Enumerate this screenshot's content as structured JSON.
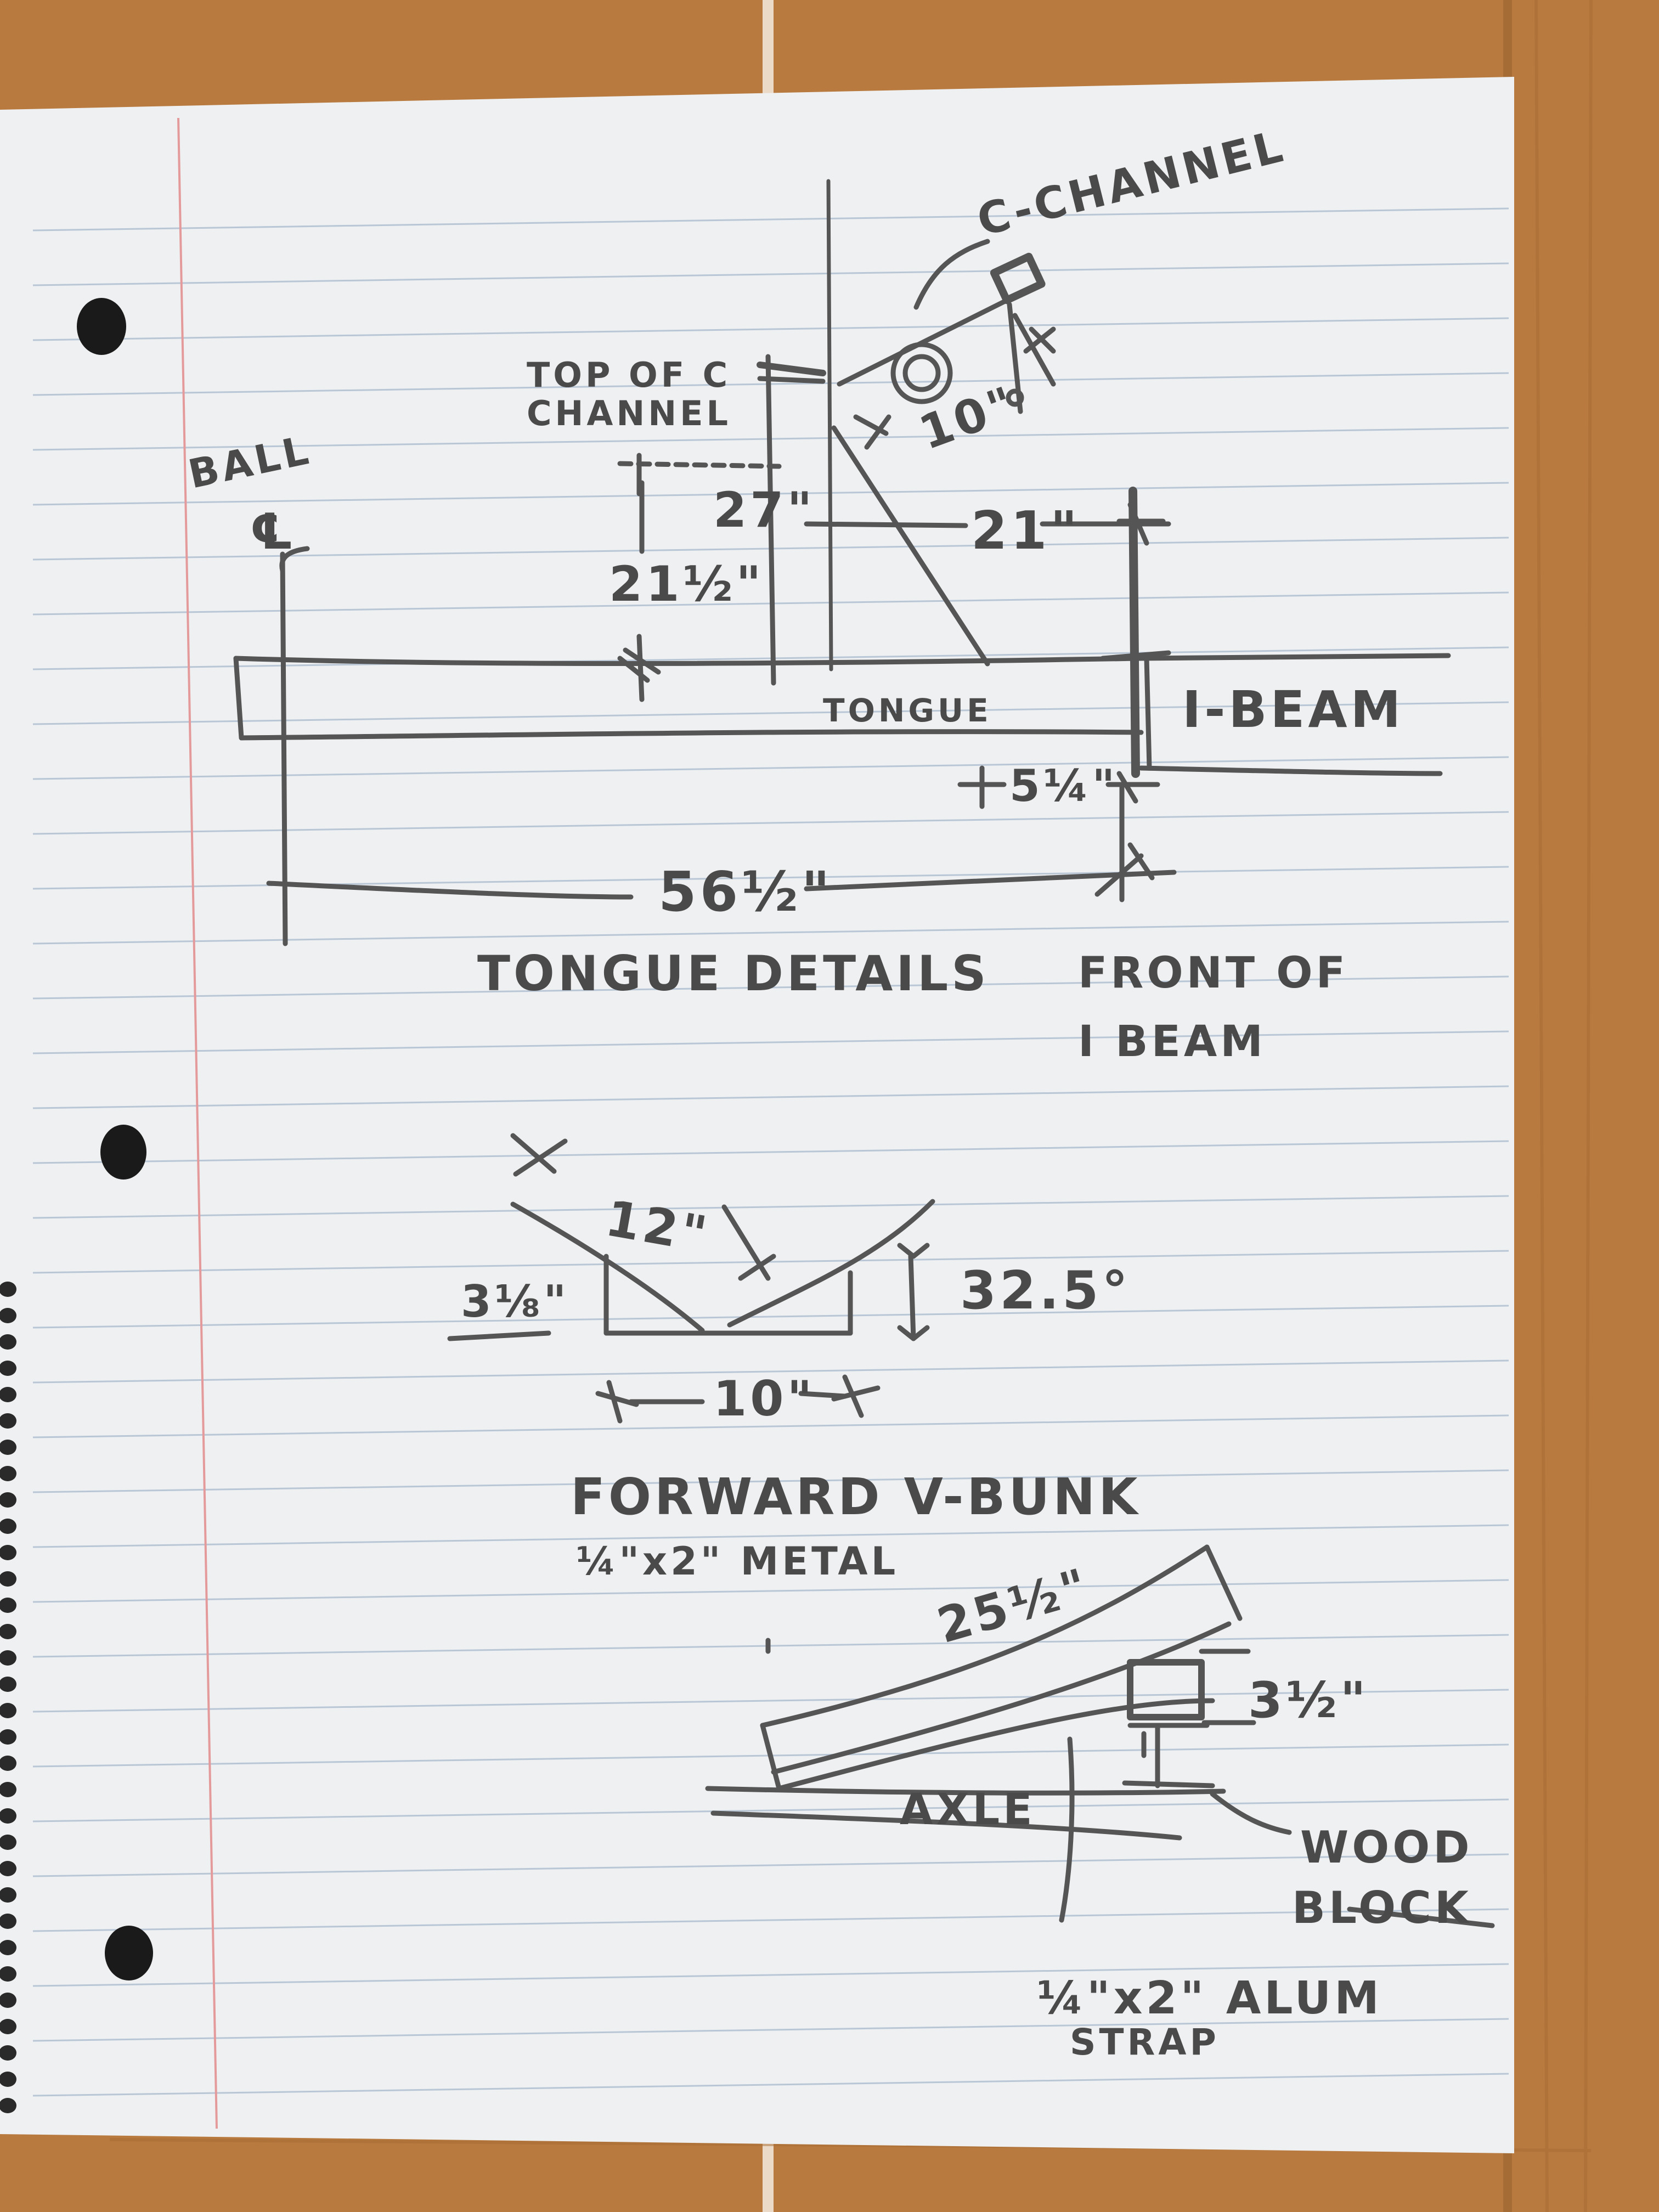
{
  "colors": {
    "wood": "#b87a3f",
    "wood_dark": "#9a6230",
    "paper": "#eef0f1",
    "rule_line": "#b9c6d6",
    "margin_line": "#e49a9a",
    "pencil": "#555555",
    "hole": "#1a1a1a"
  },
  "labels": {
    "c_channel": "C-CHANNEL",
    "top_of_c_line1": "TOP OF C",
    "top_of_c_line2": "CHANNEL",
    "dim_10_top": "10\"",
    "ball": "BALL",
    "ball_symbol": "℄",
    "dim_27": "27\"",
    "dim_21": "21\"",
    "dim_21_half": "21½\"",
    "tongue": "TONGUE",
    "i_beam": "I-BEAM",
    "dim_5_quarter": "5¼\"",
    "dim_56_half": "56½\"",
    "tongue_details": "TONGUE DETAILS",
    "front_of_line1": "FRONT OF",
    "front_of_line2": "I BEAM",
    "dim_12": "12\"",
    "dim_3_eighth": "3⅛\"",
    "angle": "32.5°",
    "dim_10_bunk": "10\"",
    "forward_v_bunk": "FORWARD V-BUNK",
    "metal_spec": "¼\"x2\" METAL",
    "dim_25_half": "25½\"",
    "dim_3_half": "3½\"",
    "axle": "AXLE",
    "wood_line1": "WOOD",
    "wood_line2": "BLOCK",
    "strap_line1": "¼\"x2\" ALUM",
    "strap_line2": "STRAP"
  }
}
